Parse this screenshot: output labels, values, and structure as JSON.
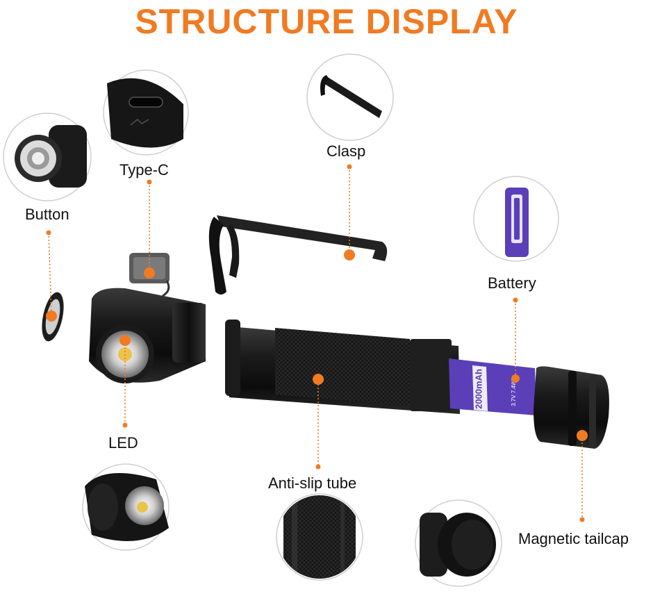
{
  "title": "STRUCTURE DISPLAY",
  "colors": {
    "accent": "#f07b22",
    "body": "#141414",
    "battery": "#5b3fb8"
  },
  "labels": {
    "button": "Button",
    "type_c": "Type-C",
    "clasp": "Clasp",
    "battery": "Battery",
    "led": "LED",
    "anti_slip_tube": "Anti-slip tube",
    "magnetic_tailcap": "Magnetic tailcap"
  },
  "battery_print": {
    "capacity": "2000mAh",
    "spec": "3.7V 7.4Wh"
  }
}
